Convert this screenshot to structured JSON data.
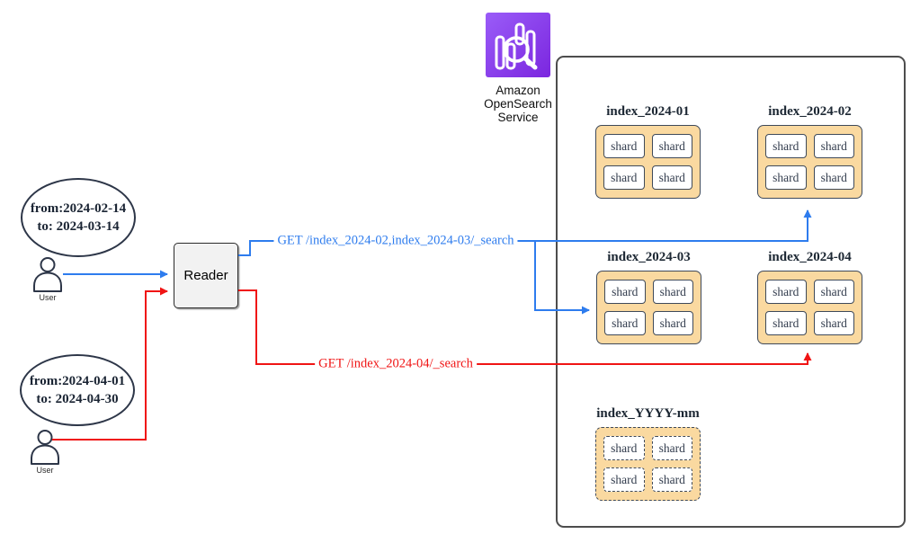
{
  "diagram": {
    "service": {
      "icon": "amazon-opensearch-service-icon",
      "name_lines": [
        "Amazon",
        "OpenSearch",
        "Service"
      ]
    },
    "users": [
      {
        "label": "User",
        "query_range": {
          "from": "from:2024-02-14",
          "to": "to: 2024-03-14"
        }
      },
      {
        "label": "User",
        "query_range": {
          "from": "from:2024-04-01",
          "to": "to: 2024-04-30"
        }
      }
    ],
    "reader": {
      "label": "Reader"
    },
    "requests": [
      {
        "label": "GET /index_2024-02,index_2024-03/_search",
        "color": "#2e7cee",
        "targets": [
          "index_2024-02",
          "index_2024-03"
        ]
      },
      {
        "label": "GET /index_2024-04/_search",
        "color": "#f01414",
        "targets": [
          "index_2024-04"
        ]
      }
    ],
    "cluster": {
      "indexes": [
        {
          "title": "index_2024-01",
          "dashed": false,
          "shards": [
            "shard",
            "shard",
            "shard",
            "shard"
          ]
        },
        {
          "title": "index_2024-02",
          "dashed": false,
          "shards": [
            "shard",
            "shard",
            "shard",
            "shard"
          ]
        },
        {
          "title": "index_2024-03",
          "dashed": false,
          "shards": [
            "shard",
            "shard",
            "shard",
            "shard"
          ]
        },
        {
          "title": "index_2024-04",
          "dashed": false,
          "shards": [
            "shard",
            "shard",
            "shard",
            "shard"
          ]
        },
        {
          "title": "index_YYYY-mm",
          "dashed": true,
          "shards": [
            "shard",
            "shard",
            "shard",
            "shard"
          ]
        }
      ]
    },
    "colors": {
      "blue_flow": "#2e7cee",
      "red_flow": "#f01414",
      "index_fill": "#fad9a0",
      "index_border": "#3f4a5a",
      "icon_purple_start": "#9a5cf8",
      "icon_purple_end": "#7b26df"
    }
  }
}
